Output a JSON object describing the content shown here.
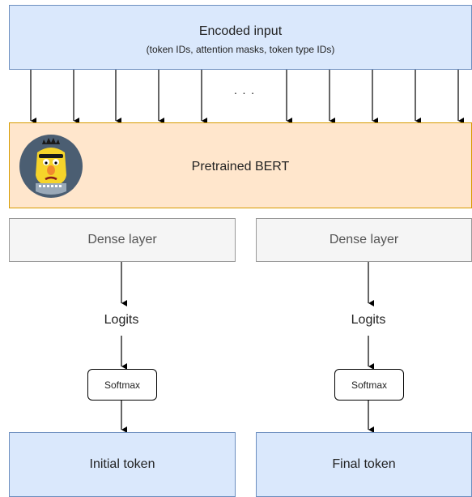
{
  "input": {
    "title": "Encoded input",
    "subtitle": "(token IDs, attention masks, token type IDs)"
  },
  "ellipsis": "· · ·",
  "bert": {
    "label": "Pretrained BERT",
    "icon": "bert-muppet-icon"
  },
  "heads": [
    {
      "dense": "Dense layer",
      "logits": "Logits",
      "softmax": "Softmax",
      "output": "Initial token"
    },
    {
      "dense": "Dense layer",
      "logits": "Logits",
      "softmax": "Softmax",
      "output": "Final token"
    }
  ],
  "colors": {
    "blue_fill": "#dae8fc",
    "blue_border": "#6c8ebf",
    "orange_fill": "#ffe6cc",
    "orange_border": "#d79b00",
    "grey_fill": "#f5f5f5",
    "grey_border": "#999999"
  }
}
